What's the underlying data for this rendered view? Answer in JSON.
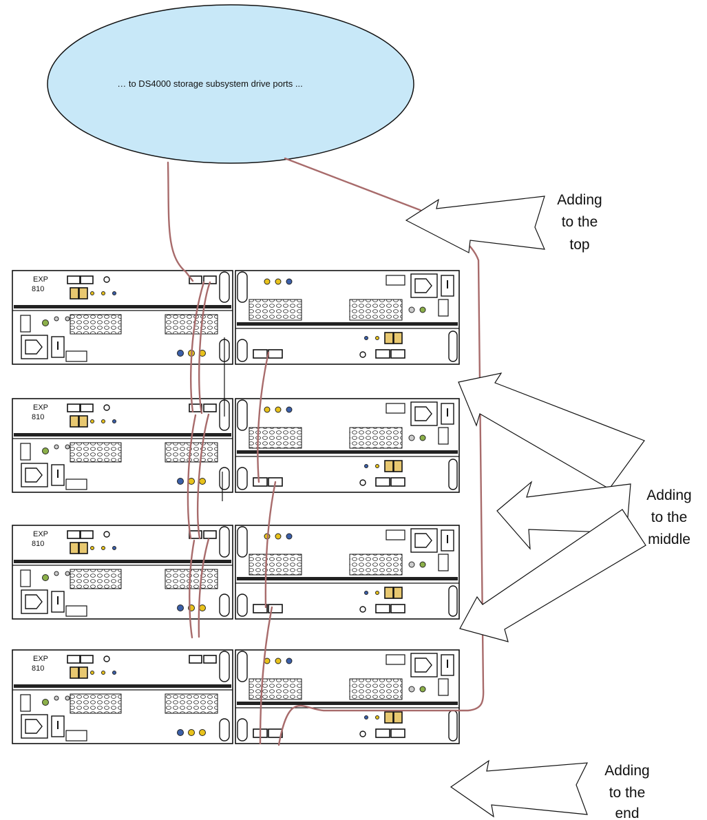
{
  "cloud": {
    "text": "… to DS4000 storage subsystem drive ports ..."
  },
  "enclosures": [
    {
      "model": "EXP",
      "number": "810"
    },
    {
      "model": "EXP",
      "number": "810"
    },
    {
      "model": "EXP",
      "number": "810"
    },
    {
      "model": "EXP",
      "number": "810"
    }
  ],
  "callouts": {
    "top": [
      "Adding",
      "to the",
      "top"
    ],
    "middle": [
      "Adding",
      "to the",
      "middle"
    ],
    "end": [
      "Adding",
      "to the",
      "end"
    ]
  },
  "colors": {
    "cable": "#a86b6b",
    "cloud_fill": "#c8e8f8",
    "led_blue": "#3b5fa8",
    "led_yellow": "#e8c21c",
    "led_green": "#8cb04a",
    "port_highlight": "#e8c870"
  }
}
